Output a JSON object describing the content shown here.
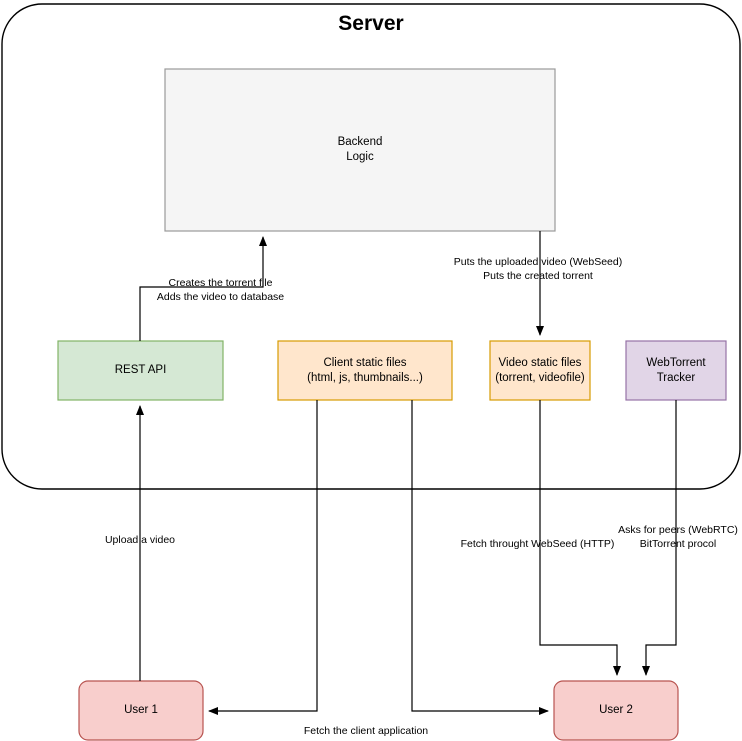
{
  "diagram": {
    "title": "Server",
    "nodes": {
      "backend": {
        "label": "Backend\nLogic"
      },
      "rest_api": {
        "label": "REST API"
      },
      "client_static": {
        "label": "Client static files\n(html, js, thumbnails...)"
      },
      "video_static": {
        "label": "Video static files\n(torrent, videofile)"
      },
      "tracker": {
        "label": "WebTorrent\nTracker"
      },
      "user1": {
        "label": "User 1"
      },
      "user2": {
        "label": "User 2"
      }
    },
    "edge_labels": {
      "create_torrent": "Creates the torrent file\nAdds the video to database",
      "puts_video": "Puts the uploaded video (WebSeed)\nPuts the created torrent",
      "upload_video": "Upload a video",
      "fetch_webseed": "Fetch throught WebSeed (HTTP)",
      "asks_peers": "Asks for peers (WebRTC)\nBitTorrent procol",
      "fetch_client_app": "Fetch the client application"
    },
    "colors": {
      "backend_fill": "#f5f5f5",
      "backend_stroke": "#999999",
      "rest_api_fill": "#d5e8d4",
      "rest_api_stroke": "#82b366",
      "client_static_fill": "#ffe6cc",
      "client_static_stroke": "#d79b00",
      "video_static_fill": "#ffe6cc",
      "video_static_stroke": "#d79b00",
      "tracker_fill": "#e1d5e7",
      "tracker_stroke": "#9673a6",
      "user_fill": "#f8cecc",
      "user_stroke": "#b85450",
      "container_stroke": "#000000",
      "edge_stroke": "#000000"
    }
  }
}
